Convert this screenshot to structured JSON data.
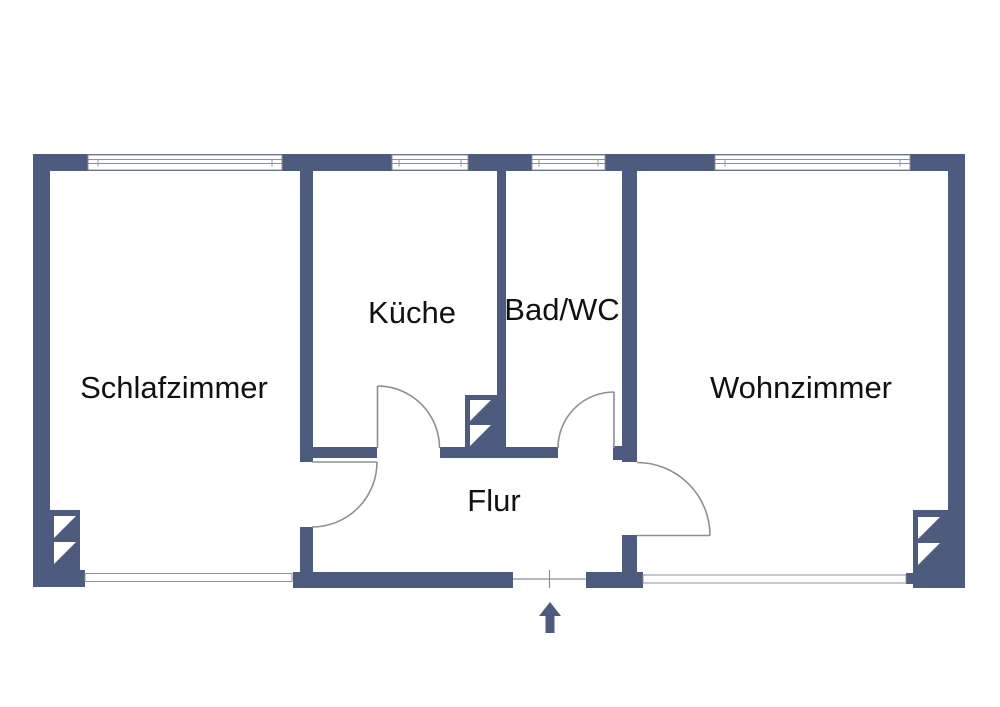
{
  "plan": {
    "type": "apartment-floor-plan",
    "language": "de"
  },
  "rooms": {
    "schlafzimmer": {
      "label": "Schlafzimmer"
    },
    "kueche": {
      "label": "Küche"
    },
    "bad": {
      "label": "Bad/WC"
    },
    "wohnzimmer": {
      "label": "Wohnzimmer"
    },
    "flur": {
      "label": "Flur"
    }
  },
  "icons": {
    "entrance_arrow": "up-arrow"
  },
  "colors": {
    "wall": "#4d5c7e",
    "line": "#8a8f98",
    "text": "#111111",
    "background": "#ffffff"
  }
}
